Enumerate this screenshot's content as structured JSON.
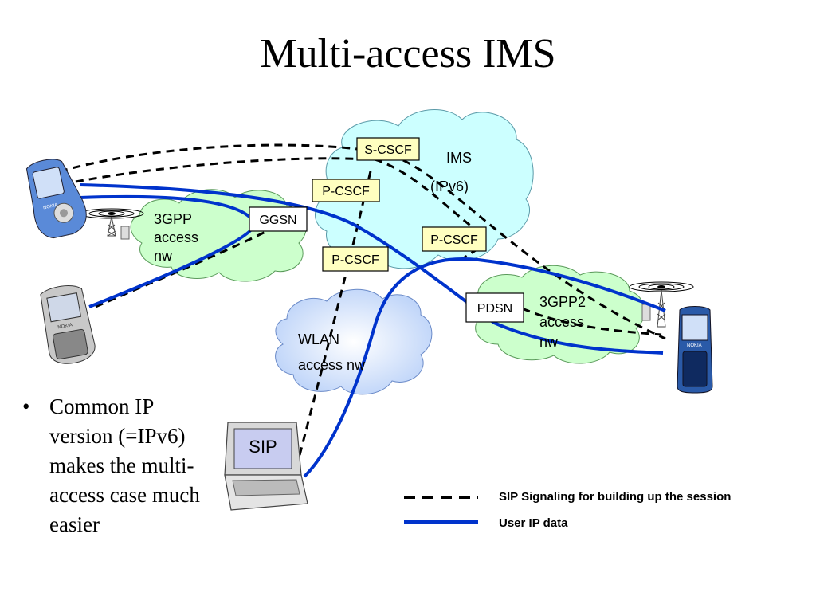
{
  "title": "Multi-access IMS",
  "clouds": {
    "ims_line1": "IMS",
    "ims_line2": "(IPv6)",
    "gpp3_line1": "3GPP",
    "gpp3_line2": "access",
    "gpp3_line3": "nw",
    "gpp3_2_line1": "3GPP2",
    "gpp3_2_line2": "access",
    "gpp3_2_line3": "nw",
    "wlan_line1": "WLAN",
    "wlan_line2": "access nw"
  },
  "nodes": {
    "s_cscf": "S-CSCF",
    "p_cscf_1": "P-CSCF",
    "p_cscf_2": "P-CSCF",
    "p_cscf_3": "P-CSCF",
    "ggsn": "GGSN",
    "pdsn": "PDSN",
    "laptop_screen": "SIP",
    "phone_brand": "NOKIA"
  },
  "bullet": {
    "marker": "•",
    "text": "Common IP version (=IPv6) makes the multi-access case much easier"
  },
  "legend": {
    "signaling": "SIP Signaling for building up the session",
    "user_data": "User IP data"
  },
  "colors": {
    "ims_cloud": "#ccffff",
    "access_cloud": "#ccffcc",
    "wlan_cloud": "#c8dcff",
    "node_box": "#ffffc0",
    "user_data_line": "#0033cc",
    "signaling_line": "#000000"
  }
}
